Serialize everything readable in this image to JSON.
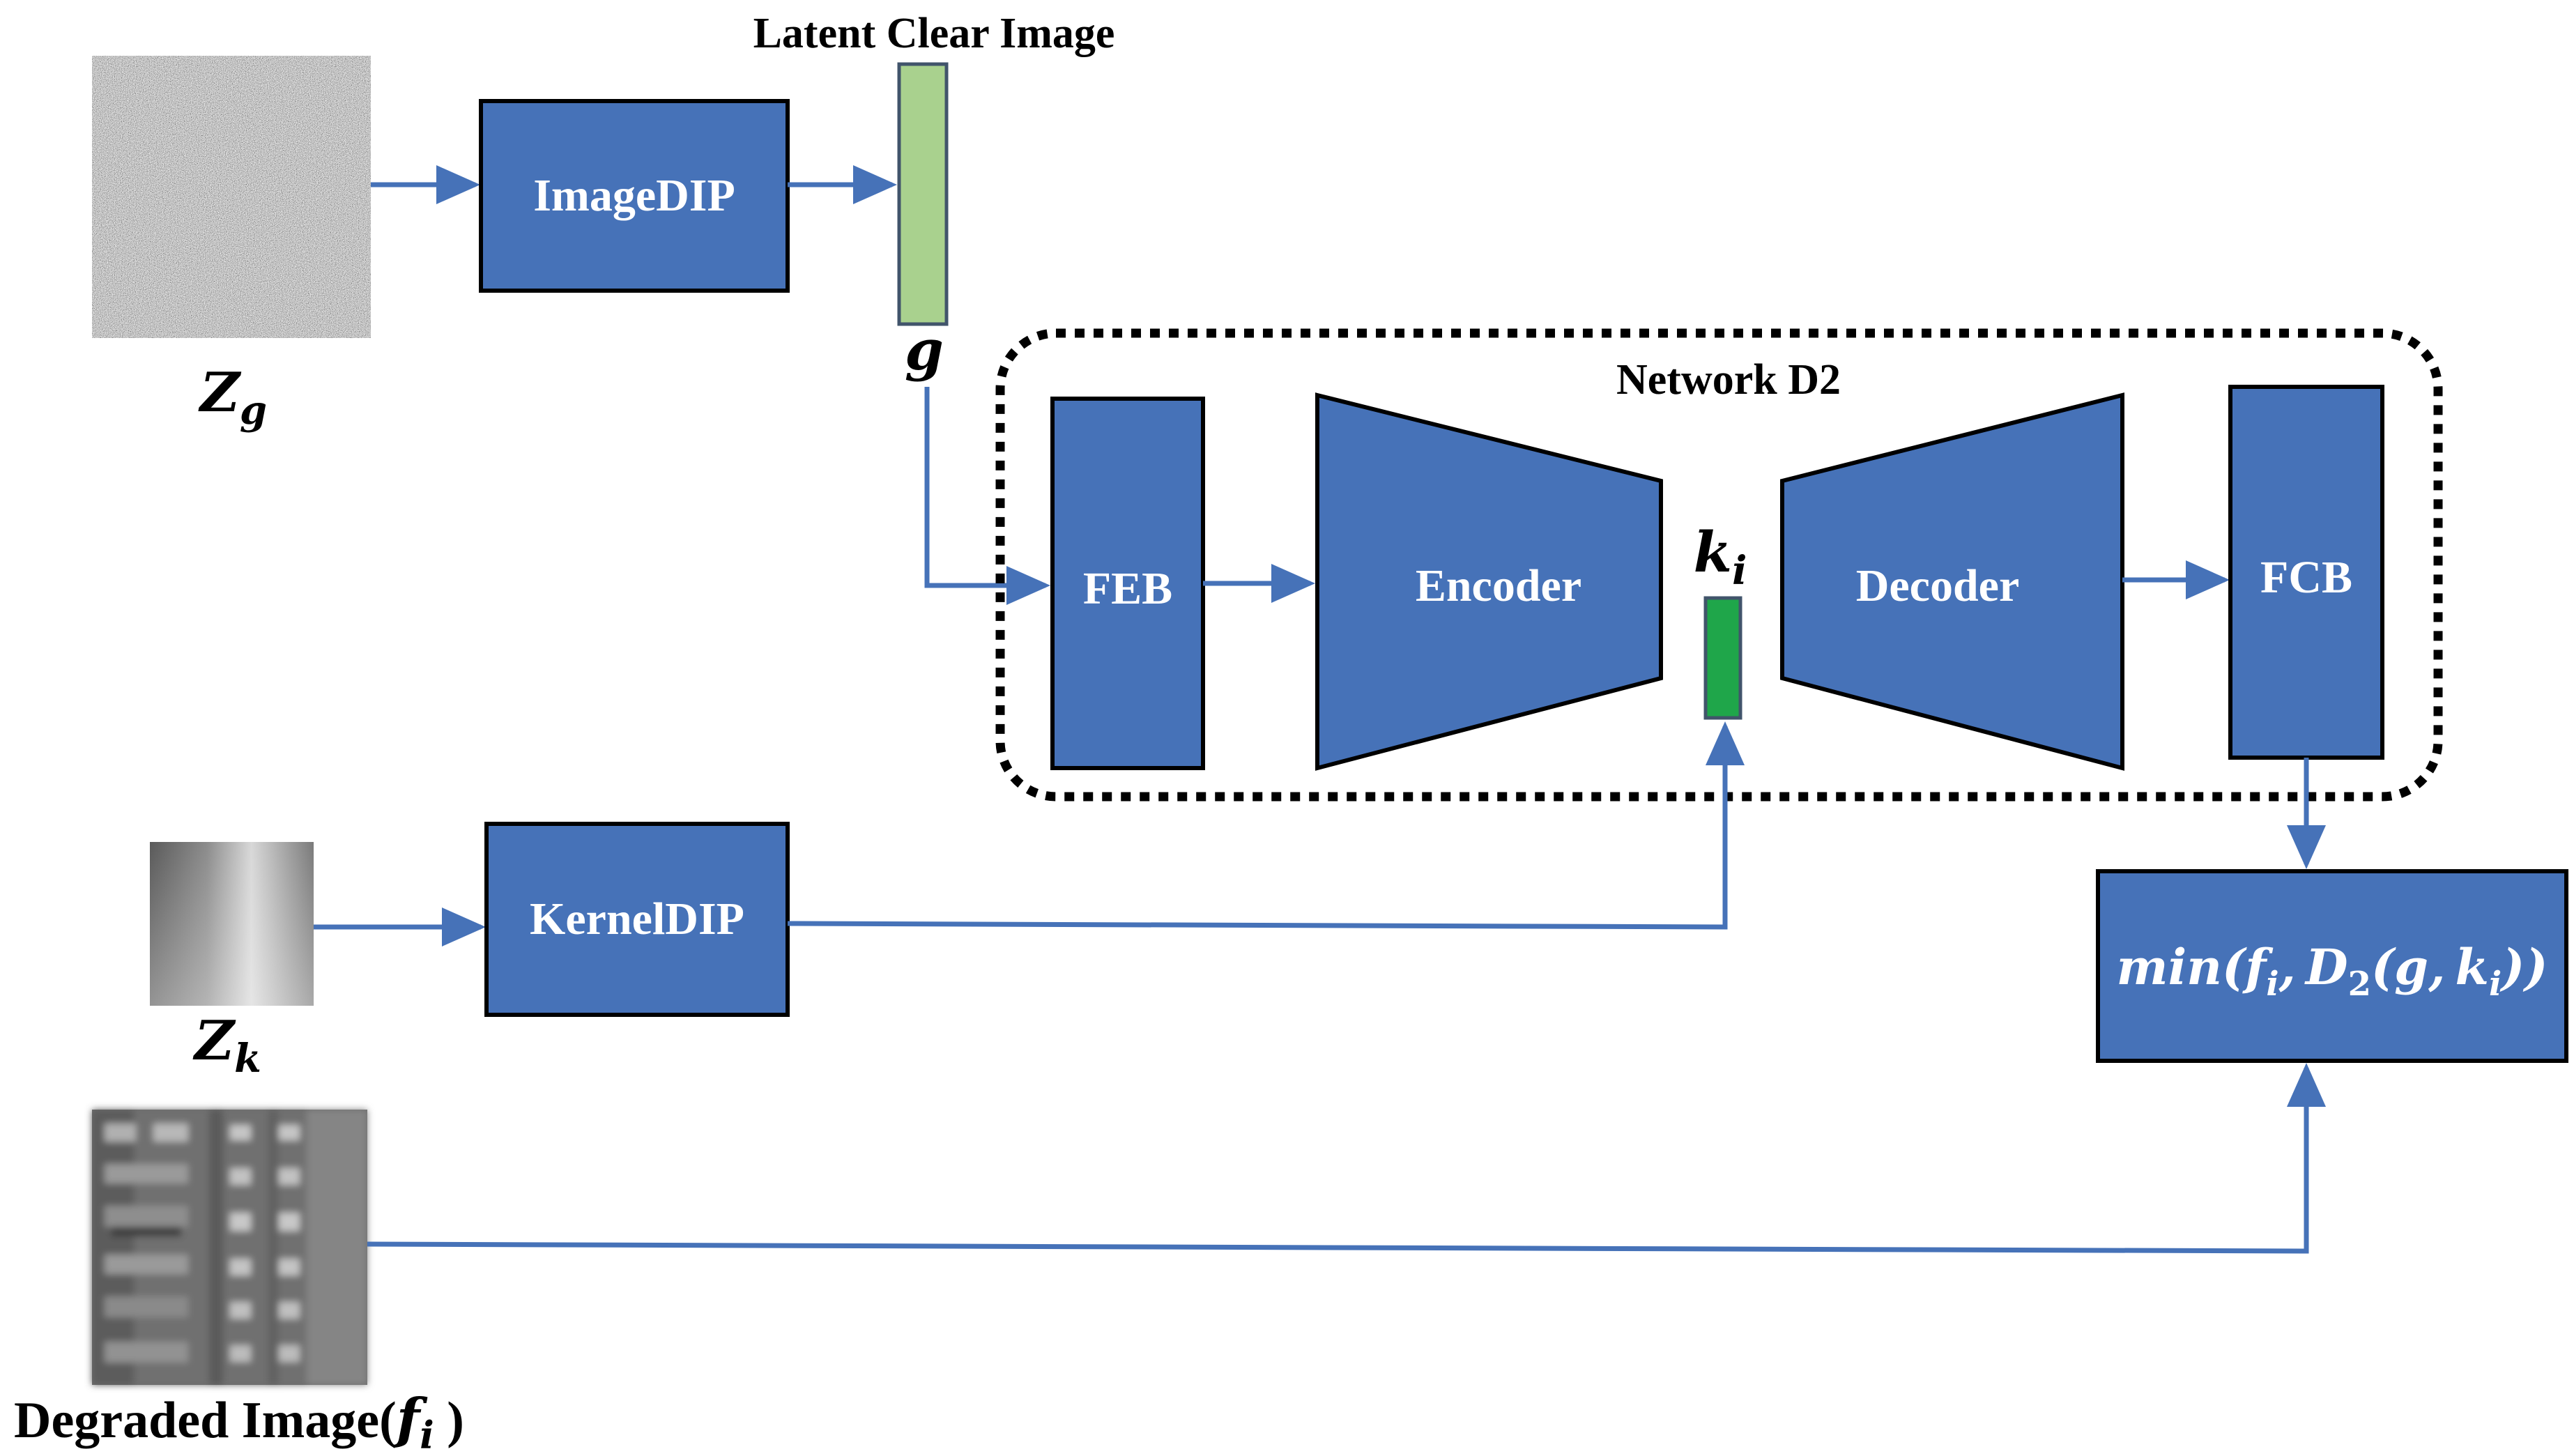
{
  "colors": {
    "block_fill": "#4672b8",
    "block_stroke": "#000000",
    "arrow": "#4672b8",
    "latent_fill": "#a9d18e",
    "latent_stroke": "#41546b",
    "ki_fill": "#1fa64a",
    "dotted_border": "#000000"
  },
  "labels": {
    "latent_clear_image": "Latent Clear Image",
    "network_d2": "Network D2",
    "image_dip": "ImageDIP",
    "kernel_dip": "KernelDIP",
    "feb": "FEB",
    "encoder": "Encoder",
    "decoder": "Decoder",
    "fcb": "FCB",
    "g": "g",
    "ki_base": "k",
    "ki_sub": "i",
    "zg_base": "Z",
    "zg_sub": "g",
    "zk_base": "Z",
    "zk_sub": "k",
    "degraded_text": "Degraded Image(",
    "degraded_f": "f",
    "degraded_sub": "i",
    "degraded_close": " )"
  },
  "objective": {
    "min": "min(",
    "f": "f",
    "f_sub": "i",
    "comma1": ",",
    "d": "D",
    "d_sub": "2",
    "open": "(",
    "g": "g",
    "comma2": ",",
    "k": "k",
    "k_sub": "i",
    "close": "))"
  }
}
